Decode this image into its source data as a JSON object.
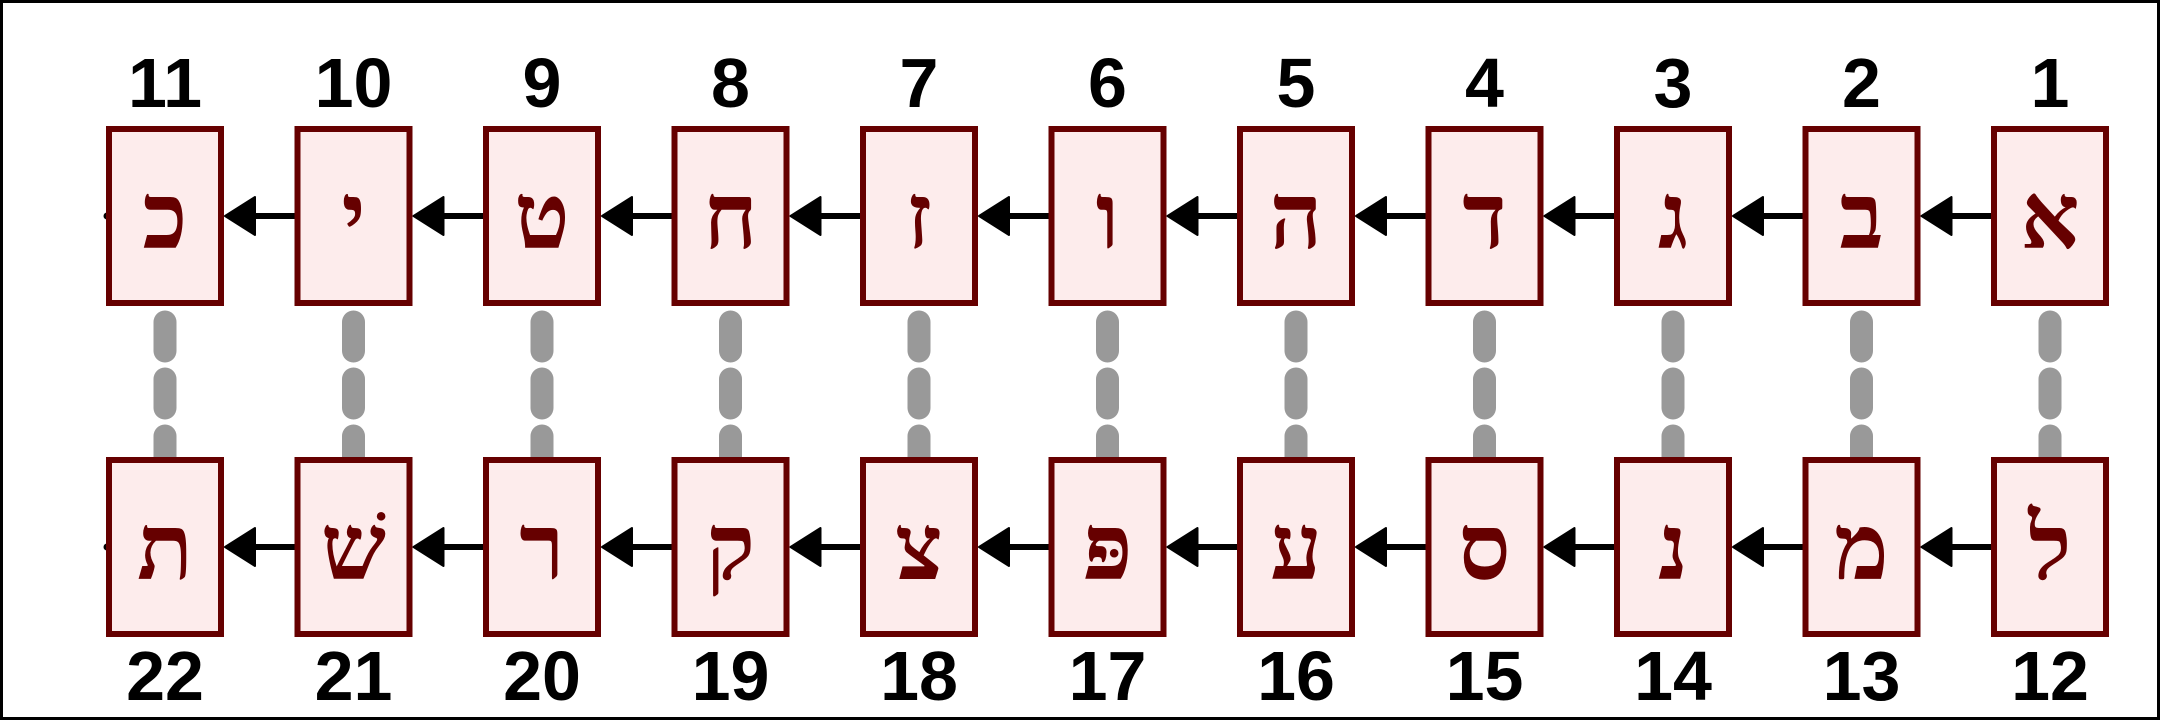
{
  "diagram": {
    "colors": {
      "box_fill": "#fdecec",
      "box_stroke": "#660000",
      "letter": "#660000",
      "arrow": "#000000",
      "connector": "#999999",
      "label": "#000000",
      "frame": "#000000"
    },
    "top_row": [
      {
        "number": "1",
        "letter": "א"
      },
      {
        "number": "2",
        "letter": "ב"
      },
      {
        "number": "3",
        "letter": "ג"
      },
      {
        "number": "4",
        "letter": "ד"
      },
      {
        "number": "5",
        "letter": "ה"
      },
      {
        "number": "6",
        "letter": "ו"
      },
      {
        "number": "7",
        "letter": "ז"
      },
      {
        "number": "8",
        "letter": "ח"
      },
      {
        "number": "9",
        "letter": "ט"
      },
      {
        "number": "10",
        "letter": "י"
      },
      {
        "number": "11",
        "letter": "כ"
      }
    ],
    "bottom_row": [
      {
        "number": "12",
        "letter": "ל"
      },
      {
        "number": "13",
        "letter": "מ"
      },
      {
        "number": "14",
        "letter": "נ"
      },
      {
        "number": "15",
        "letter": "ס"
      },
      {
        "number": "16",
        "letter": "ע"
      },
      {
        "number": "17",
        "letter": "פּ"
      },
      {
        "number": "18",
        "letter": "צ"
      },
      {
        "number": "19",
        "letter": "ק"
      },
      {
        "number": "20",
        "letter": "ר"
      },
      {
        "number": "21",
        "letter": "שׁ"
      },
      {
        "number": "22",
        "letter": "ת"
      }
    ],
    "arrow_direction": "right-to-left",
    "connector_style": "dashed"
  }
}
